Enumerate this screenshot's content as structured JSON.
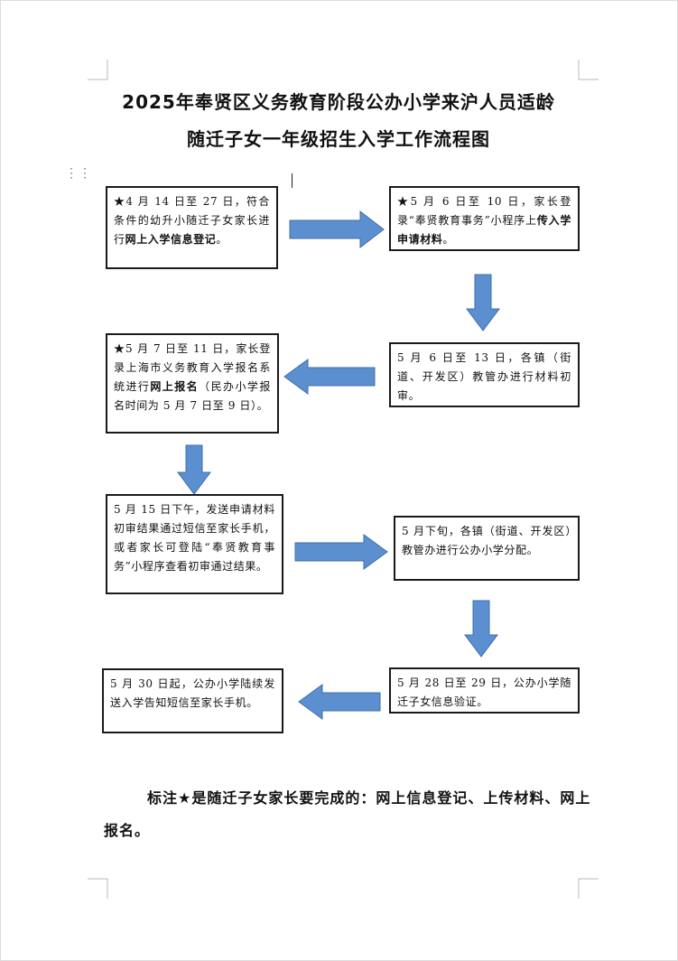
{
  "title": {
    "line1": "2025年奉贤区义务教育阶段公办小学来沪人员适龄",
    "line2": "随迁子女一年级招生入学工作流程图"
  },
  "steps": [
    {
      "pre": "★4 月 14 日至 27 日，符合条件的幼升小随迁子女家长进行",
      "bold": "网上入学信息登记",
      "post": "。"
    },
    {
      "pre": "★5 月 6 日至 10 日，家长登录“奉贤教育事务”小程序上",
      "bold": "传入学申请材料",
      "post": "。"
    },
    {
      "pre": "5 月 6 日至 13 日，各镇（街道、开发区）教管办进行材料初审。",
      "bold": "",
      "post": ""
    },
    {
      "pre": "★5 月 7 日至 11 日，家长登录上海市义务教育入学报名系统进行",
      "bold": "网上报名",
      "post": "（民办小学报名时间为 5 月 7 日至 9 日）。"
    },
    {
      "pre": "5 月 15 日下午，发送申请材料初审结果通过短信至家长手机，或者家长可登陆“奉贤教育事务”小程序查看初审通过结果。",
      "bold": "",
      "post": ""
    },
    {
      "pre": "5 月下旬，各镇（街道、开发区）教管办进行公办小学分配。",
      "bold": "",
      "post": ""
    },
    {
      "pre": "5 月 28 日至 29 日，公办小学随迁子女信息验证。",
      "bold": "",
      "post": ""
    },
    {
      "pre": "5 月 30 日起，公办小学陆续发送入学告知短信至家长手机。",
      "bold": "",
      "post": ""
    }
  ],
  "note": "标注★是随迁子女家长要完成的：网上信息登记、上传材料、网上报名。",
  "colors": {
    "arrow_fill": "#5b8fd0",
    "arrow_stroke": "#3f6fa8",
    "box_border": "#1a1a1a",
    "page_border": "#d9d9d9"
  }
}
